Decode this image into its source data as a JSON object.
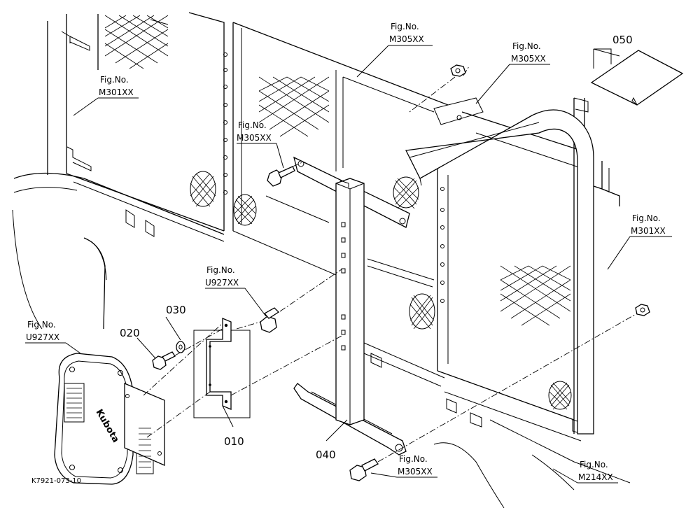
{
  "drawing_code": "K7921-073-10",
  "callouts": {
    "fig_m305_top": {
      "prefix": "Fig.No.",
      "code": "M305XX"
    },
    "fig_m305_bar": {
      "prefix": "Fig.No.",
      "code": "M305XX"
    },
    "fig_m305_bolt": {
      "prefix": "Fig.No.",
      "code": "M305XX"
    },
    "fig_m301_left": {
      "prefix": "Fig.No.",
      "code": "M301XX"
    },
    "fig_m301_right": {
      "prefix": "Fig.No.",
      "code": "M301XX"
    },
    "fig_u927_mid": {
      "prefix": "Fig.No.",
      "code": "U927XX"
    },
    "fig_u927_lamp": {
      "prefix": "Fig.No.",
      "code": "U927XX"
    },
    "fig_m305_bottom": {
      "prefix": "Fig.No.",
      "code": "M305XX"
    },
    "fig_m214": {
      "prefix": "Fig.No.",
      "code": "M214XX"
    }
  },
  "parts": {
    "p010": "010",
    "p020": "020",
    "p030": "030",
    "p040": "040",
    "p050": "050"
  },
  "lamp_logo": "Kubota"
}
